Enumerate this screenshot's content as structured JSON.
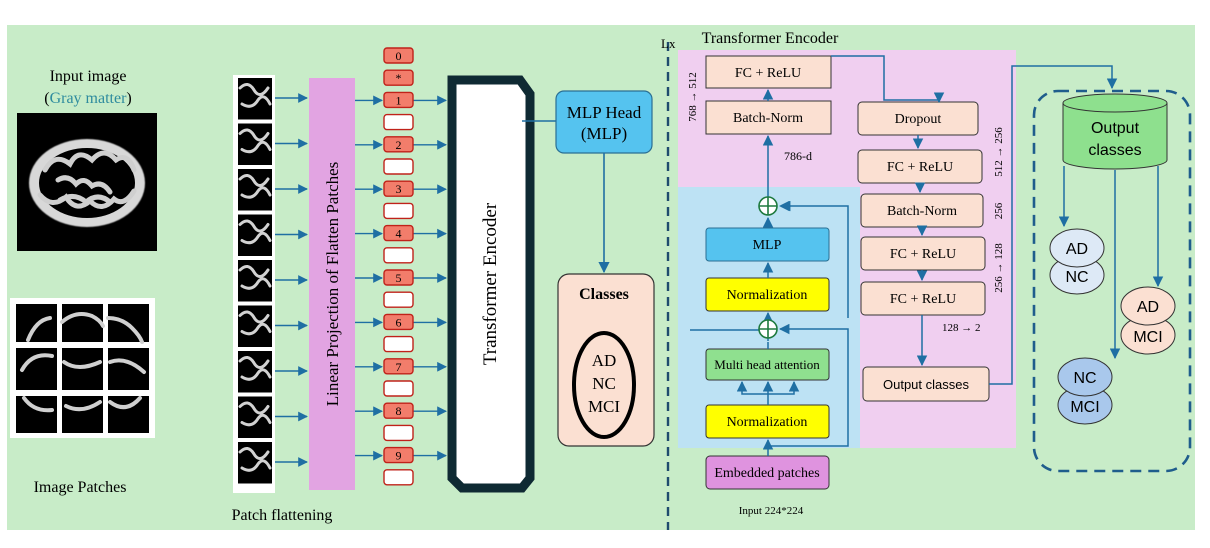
{
  "input": {
    "title": "Input image",
    "subtitle_open": "(",
    "subtitle_term": "Gray matter",
    "subtitle_close": ")",
    "patches_caption": "Image Patches",
    "flatten_caption": "Patch flattening"
  },
  "projection": {
    "label": "Linear Projection of Flatten Patches"
  },
  "tokens": {
    "labels": [
      "0",
      "*",
      "1",
      "",
      "2",
      "",
      "3",
      "",
      "4",
      "",
      "5",
      "",
      "6",
      "",
      "7",
      "",
      "8",
      "",
      "9",
      ""
    ]
  },
  "encoder_block": {
    "label": "Transformer Encoder"
  },
  "mlp_head": {
    "line1": "MLP Head",
    "line2": "(MLP)"
  },
  "classes_box": {
    "title": "Classes",
    "items": [
      "AD",
      "NC",
      "MCI"
    ]
  },
  "encoder_detail": {
    "lx": "Lx",
    "title": "Transformer Encoder",
    "blocks": {
      "fc_relu_top": "FC + ReLU",
      "batch_norm_left": "Batch-Norm",
      "mlp": "MLP",
      "normalization_upper": "Normalization",
      "multi_head_attention": "Multi head attention",
      "normalization_lower": "Normalization",
      "embedded_patches": "Embedded patches",
      "dropout": "Dropout",
      "fc_relu_1": "FC + ReLU",
      "batch_norm_right": "Batch-Norm",
      "fc_relu_2": "FC + ReLU",
      "fc_relu_3": "FC + ReLU",
      "output_classes": "Output classes"
    },
    "dims": {
      "d768_512": "768 → 512",
      "d786": "786-d",
      "d512_256": "512 → 256",
      "d256": "256",
      "d256_128": "256 → 128",
      "d128_2": "128 → 2"
    },
    "input_size": "Input 224*224"
  },
  "output_panel": {
    "cylinder_line1": "Output",
    "cylinder_line2": "classes",
    "pairs": [
      {
        "top": "AD",
        "bottom": "NC"
      },
      {
        "top": "AD",
        "bottom": "MCI"
      },
      {
        "top": "NC",
        "bottom": "MCI"
      }
    ]
  },
  "colors": {
    "background": "#c8ecc8",
    "projection": "#e2a4e2",
    "token_fill": "#f27d6b",
    "token_border": "#c0221a",
    "mlp_head": "#55c3ef",
    "classes_fill": "#fbe0d2",
    "pink_panel": "#f0cff0",
    "blue_panel": "#bde2f4",
    "block_fill": "#fbe0d2",
    "yellow": "#ffff00",
    "green_block": "#8fe08f",
    "embedded": "#df93df",
    "cylinder": "#8ee08e",
    "circle_fill_1": "#dde9f6",
    "circle_fill_2": "#fbe0d2",
    "circle_fill_3": "#a9c8ec",
    "arrow": "#1f6fa3"
  }
}
